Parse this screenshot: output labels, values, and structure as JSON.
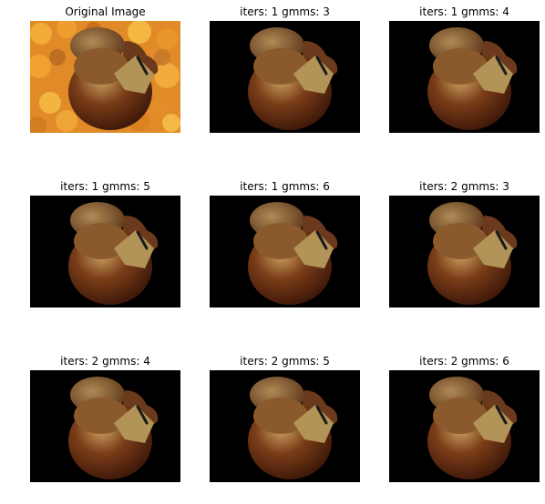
{
  "figure": {
    "panels": [
      {
        "title": "Original Image",
        "variant": "original"
      },
      {
        "title": "iters: 1 gmms: 3",
        "variant": "segmented"
      },
      {
        "title": "iters: 1 gmms: 4",
        "variant": "segmented"
      },
      {
        "title": "iters: 1 gmms: 5",
        "variant": "segmented"
      },
      {
        "title": "iters: 1 gmms: 6",
        "variant": "segmented"
      },
      {
        "title": "iters: 2 gmms: 3",
        "variant": "segmented"
      },
      {
        "title": "iters: 2 gmms: 4",
        "variant": "segmented"
      },
      {
        "title": "iters: 2 gmms: 5",
        "variant": "segmented"
      },
      {
        "title": "iters: 2 gmms: 6",
        "variant": "segmented"
      }
    ]
  }
}
